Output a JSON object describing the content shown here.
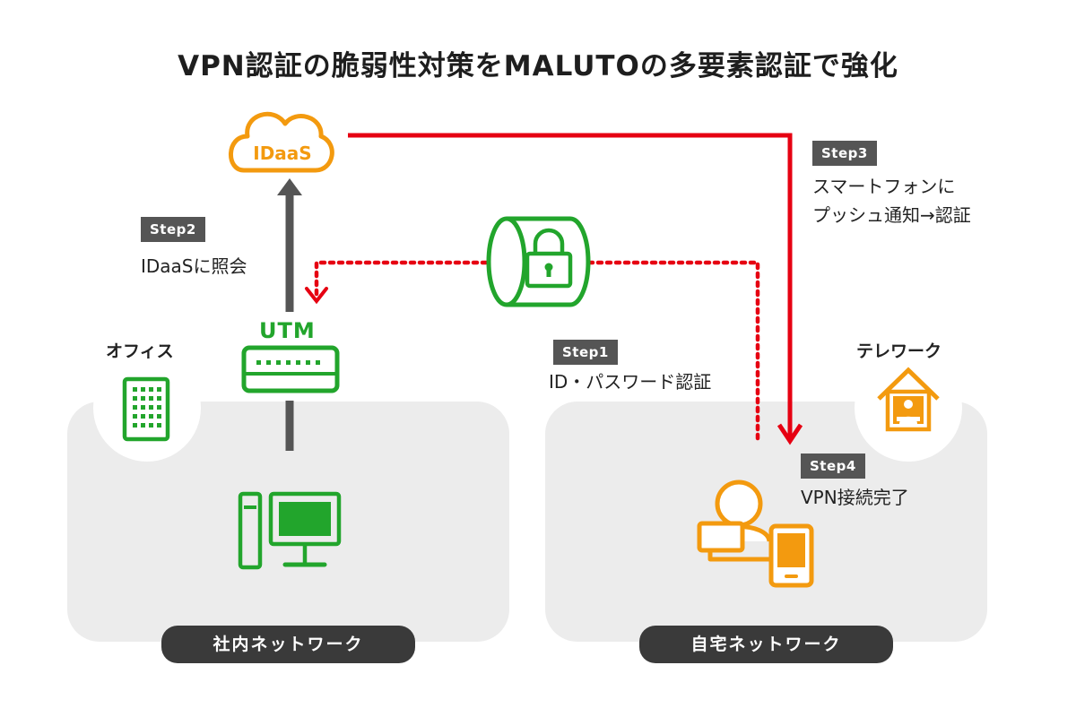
{
  "title": "VPN認証の脆弱性対策をMALUTOの多要素認証で強化",
  "office": {
    "label": "オフィス",
    "network_label": "社内ネットワーク"
  },
  "home": {
    "label": "テレワーク",
    "network_label": "自宅ネットワーク"
  },
  "idaas": {
    "label": "IDaaS"
  },
  "utm": {
    "label": "UTM"
  },
  "steps": [
    {
      "badge": "Step1",
      "lines": [
        "ID・パスワード認証"
      ]
    },
    {
      "badge": "Step2",
      "lines": [
        "IDaaSに照会"
      ]
    },
    {
      "badge": "Step3",
      "lines": [
        "スマートフォンに",
        "プッシュ通知→認証"
      ]
    },
    {
      "badge": "Step4",
      "lines": [
        "VPN接続完了"
      ]
    }
  ],
  "icons": [
    "cloud-icon",
    "building-icon",
    "utm-device-icon",
    "desktop-pc-icon",
    "vpn-tunnel-lock-icon",
    "house-user-icon",
    "user-laptop-icon",
    "smartphone-icon"
  ],
  "colors": {
    "green": "#22a52c",
    "orange": "#f39a0f",
    "red": "#e60012",
    "dark": "#3a3a3a",
    "panel": "#ececec",
    "arrow_gray": "#555555"
  }
}
